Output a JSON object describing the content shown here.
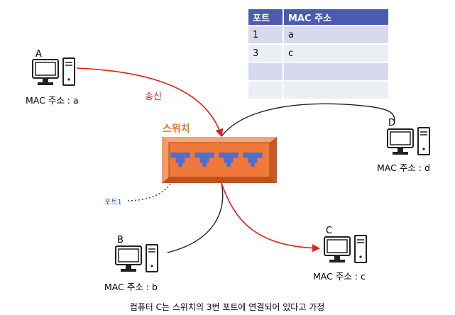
{
  "table": {
    "headers": [
      "포트",
      "MAC 주소"
    ],
    "rows": [
      [
        "1",
        "a"
      ],
      [
        "3",
        "c"
      ],
      [
        "",
        ""
      ],
      [
        "",
        ""
      ]
    ]
  },
  "computers": {
    "A": {
      "letter": "A",
      "mac": "MAC 주소 : a"
    },
    "B": {
      "letter": "B",
      "mac": "MAC 주소 : b"
    },
    "C": {
      "letter": "C",
      "mac": "MAC 주소 : c"
    },
    "D": {
      "letter": "D",
      "mac": "MAC 주소 : d"
    }
  },
  "switch_label": "스위치",
  "send_label": "송신",
  "port_label": "포트1",
  "caption": "컴퓨터 C는 스위치의 3번 포트에 연결되어 있다고 가정",
  "colors": {
    "switch_body": "#f07838",
    "switch_label": "#f07020",
    "port": "#4f6fd0",
    "send_line": "#e81c1c",
    "port_label": "#2a48b8",
    "table_header": "#4a5bb0"
  }
}
